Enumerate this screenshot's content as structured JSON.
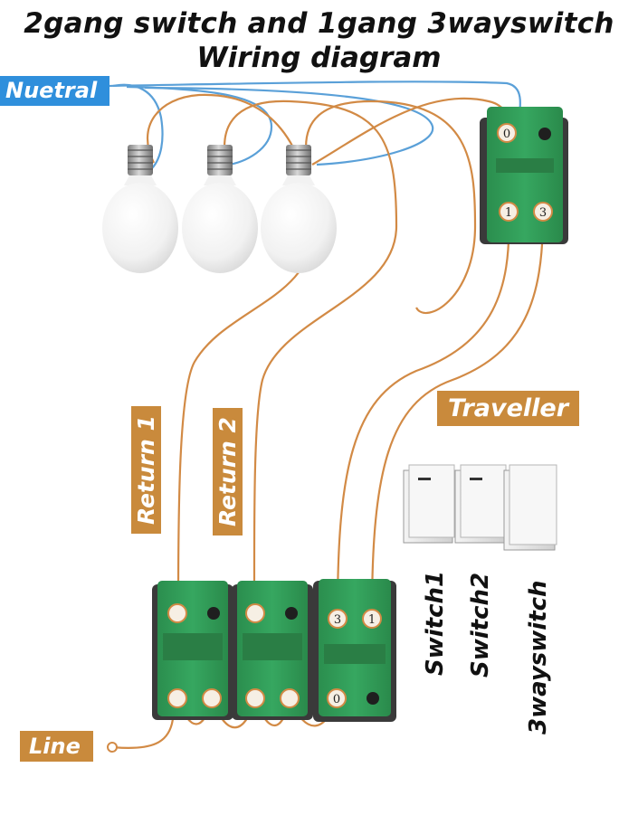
{
  "title": {
    "line1": "2gang switch and 1gang 3wayswitch",
    "line2": "Wiring diagram"
  },
  "labels": {
    "neutral": "Nuetral",
    "return1": "Return 1",
    "return2": "Return 2",
    "traveller": "Traveller",
    "line": "Line"
  },
  "legend": {
    "switch1": "Switch1",
    "switch2": "Switch2",
    "three_way": "3wayswitch"
  },
  "terminals": {
    "top_switch_common": "0",
    "top_switch_t1": "1",
    "top_switch_t3": "3",
    "bottom_3way_t3": "3",
    "bottom_3way_t1": "1",
    "bottom_3way_common": "0"
  },
  "colors": {
    "neutral_wire": "#5aa0d8",
    "phase_wire": "#d28a45",
    "switch_body": "#2f9a55",
    "neutral_tag": "#2f8fdc",
    "label_tag": "#c98a3c"
  }
}
